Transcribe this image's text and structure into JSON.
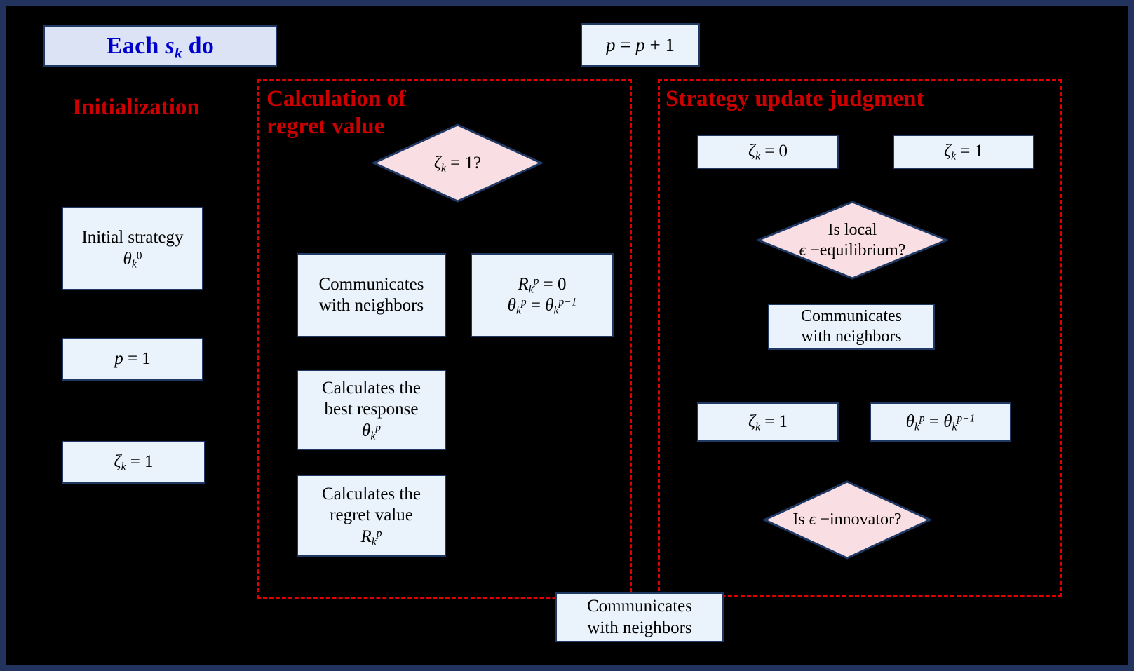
{
  "figure": {
    "kind": "flowchart",
    "background_color": "#000000",
    "outer_border_color": "#1F3864",
    "box_fill": "#EAF3FB",
    "box_border": "#1F3864",
    "banner_fill": "#DCE3F4",
    "banner_text_color": "#0000CC",
    "diamond_fill": "#F9DFE3",
    "diamond_border": "#1F3864",
    "group_border_color": "#E00000",
    "section_title_color": "#CC0000"
  },
  "banner": {
    "label_plain": "Each s_k do",
    "prefix": "Each ",
    "variable": "s",
    "subscript": "k",
    "suffix": " do"
  },
  "counter_box": {
    "label_plain": "p = p + 1"
  },
  "sections": [
    {
      "id": "initialization",
      "title": "Initialization"
    },
    {
      "id": "regret",
      "title": "Calculation of\nregret value"
    },
    {
      "id": "strategy",
      "title": "Strategy  update judgment"
    }
  ],
  "initialization": {
    "boxes": [
      {
        "id": "initial-strategy",
        "line1": "Initial strategy",
        "line2_plain": "θ_k^0"
      },
      {
        "id": "p-equals-1",
        "line1_plain": "p = 1"
      },
      {
        "id": "zeta-equals-1",
        "line1_plain": "ζ_k = 1"
      }
    ]
  },
  "regret": {
    "decision": {
      "id": "zeta-is-1",
      "label_plain": "ζ_k = 1?"
    },
    "boxes": [
      {
        "id": "communicates-neighbors-mid",
        "line1": "Communicates",
        "line2": "with neighbors"
      },
      {
        "id": "reset-values",
        "line1_plain": "R_k^p = 0",
        "line2_plain": "θ_k^p = θ_k^{p-1}"
      },
      {
        "id": "best-response",
        "line1": "Calculates the",
        "line2": "best response",
        "line3_plain": "θ_k^p"
      },
      {
        "id": "regret-value",
        "line1": "Calculates the",
        "line2": "regret value",
        "line3_plain": "R_k^p"
      }
    ]
  },
  "strategy": {
    "boxes_top": [
      {
        "id": "zeta-equals-0",
        "line1_plain": "ζ_k = 0"
      },
      {
        "id": "zeta-equals-1-top",
        "line1_plain": "ζ_k = 1"
      }
    ],
    "decision_equilibrium": {
      "id": "is-local-epsilon-equilibrium",
      "line1": "Is local",
      "line2_plain": "ϵ −equilibrium?"
    },
    "communicates": {
      "id": "communicates-neighbors-right",
      "line1": "Communicates",
      "line2": "with neighbors"
    },
    "boxes_bottom": [
      {
        "id": "zeta-equals-1-bottom",
        "line1_plain": "ζ_k = 1"
      },
      {
        "id": "theta-unchanged",
        "line1_plain": "θ_k^p = θ_k^{p-1}"
      }
    ],
    "decision_innovator": {
      "id": "is-epsilon-innovator",
      "label_plain": "Is ϵ −innovator?"
    }
  },
  "footer_box": {
    "id": "communicates-neighbors-bottom",
    "line1": "Communicates",
    "line2": "with neighbors"
  }
}
